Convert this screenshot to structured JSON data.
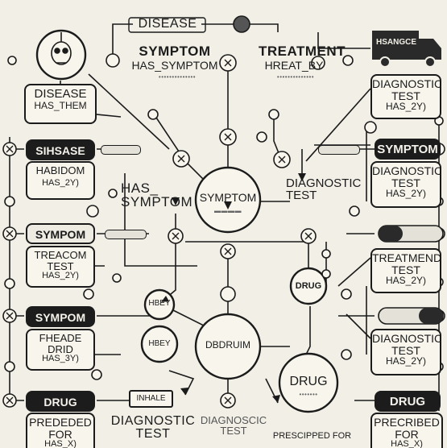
{
  "header": {
    "disease": "DISEASE"
  },
  "top": {
    "symptom": "SYMPTOM",
    "has_symptom": "HAS_SYMPTOM",
    "treatment": "TREATMENT",
    "hreat_by": "HREAT_BY",
    "truck": "HSANGCE"
  },
  "center": {
    "symptom": "SYMPTOM",
    "has_symptom_side": [
      "HAS_",
      "SYMPTOM"
    ],
    "diagnostic_side": [
      "DIAGNOSTIC",
      "TEST"
    ],
    "dbdrium": "DBDRUIM",
    "drug_small": "DRUG",
    "drug_big": "DRUG",
    "hbey": "HBEY",
    "hbey_circle": "HBEY",
    "inhale": "INHALE"
  },
  "left": {
    "disease_box": [
      "DISEASE",
      "HAS_THEM"
    ],
    "sihsase": "SIHSASE",
    "habidom_box": [
      "HABIDOM",
      "HAS_2Y)"
    ],
    "sympom1": "SYMPOM",
    "treacom_box": [
      "TREACOM",
      "TEST",
      "HAS_2Y)"
    ],
    "sympom2": "SYMPOM",
    "fheade_box": [
      "FHEADE",
      "DRID",
      "HAS_3Y)"
    ],
    "drug": "DRUG",
    "predeled_box": [
      "PREDEDED",
      "FOR",
      "HAS_X)"
    ]
  },
  "right": {
    "diagnostic1": [
      "DIAGNOSTIC",
      "TEST",
      "HAS_2Y)"
    ],
    "symptom": "SYMPTOM",
    "diagnostic2": [
      "DIAGNOSTIC",
      "TEST",
      "HAS_2Y)"
    ],
    "treatment": [
      "TREATMEND",
      "TEST",
      "HAS_2Y)"
    ],
    "diagnostic3": [
      "DIAGNOSTIC",
      "TEST",
      "HAS_2Y)"
    ],
    "drug": "DRUG",
    "precribed": [
      "PRECRIBED",
      "FOR",
      "HAS_X)"
    ]
  },
  "bottom": {
    "diagnostic": [
      "DIAGNOSTIC",
      "TEST"
    ],
    "diagnostic_gray": [
      "DIAGNOSCIC",
      "TEST"
    ],
    "prescipped": "PRESCIPPED FOR"
  },
  "colors": {
    "ink": "#1b1b1b",
    "paper": "#f1efe6",
    "pill_dark": "#1c1c1c"
  }
}
